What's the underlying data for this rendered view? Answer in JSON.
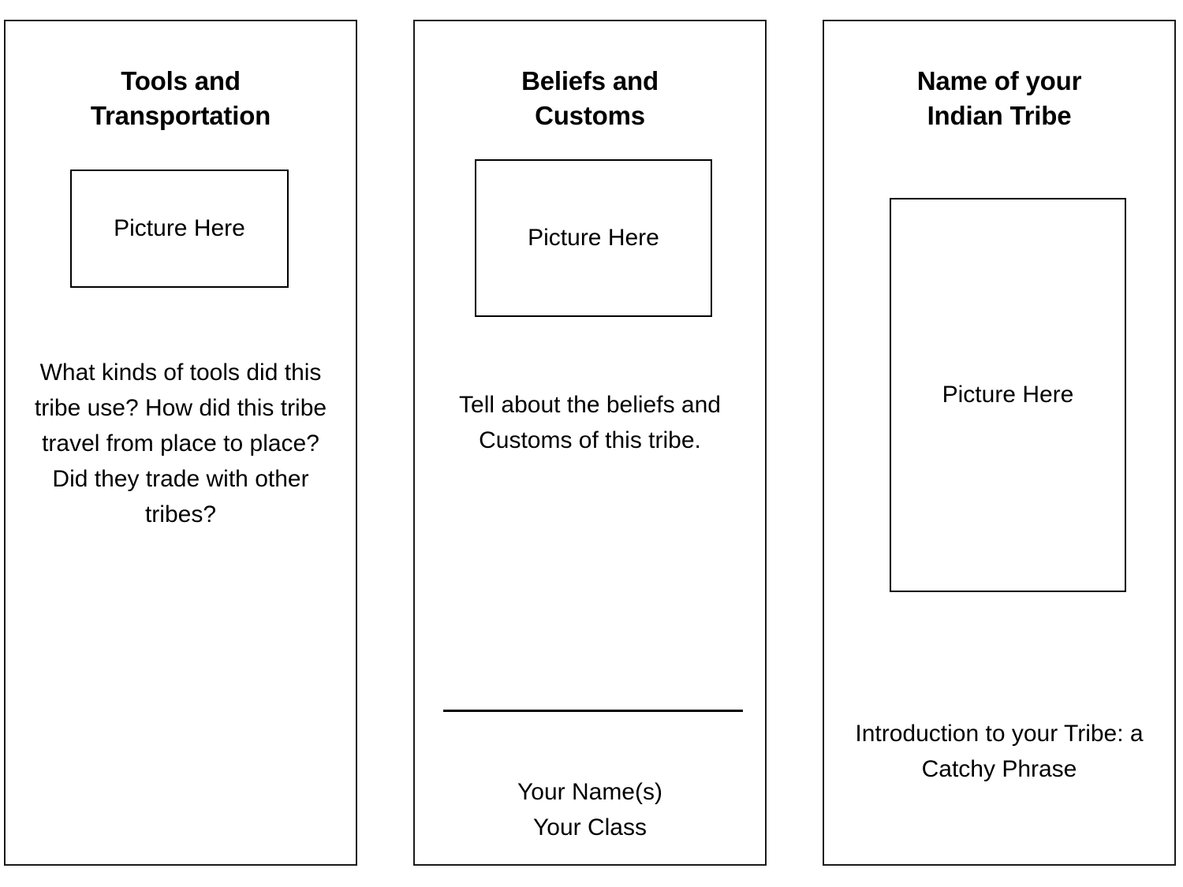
{
  "document": {
    "type": "tri-fold brochure template",
    "background_color": "#ffffff",
    "text_color": "#000000",
    "border_color": "#000000"
  },
  "panels": [
    {
      "id": "tools-and-transportation",
      "title": "Tools and\nTransportation",
      "picture_placeholder": "Picture Here",
      "body": "What kinds of tools did this tribe use? How did this tribe travel from place to place? Did they trade with other tribes?"
    },
    {
      "id": "beliefs-and-customs",
      "title": "Beliefs and\nCustoms",
      "picture_placeholder": "Picture Here",
      "body": "Tell about the beliefs and Customs of this tribe.",
      "signature": {
        "name_line": "Your Name(s)",
        "class_line": "Your Class",
        "combined": "Your Name(s)\nYour Class"
      }
    },
    {
      "id": "name-of-your-indian-tribe",
      "title": "Name of your\nIndian Tribe",
      "picture_placeholder": "Picture Here",
      "body": "Introduction to your Tribe: a Catchy Phrase"
    }
  ]
}
